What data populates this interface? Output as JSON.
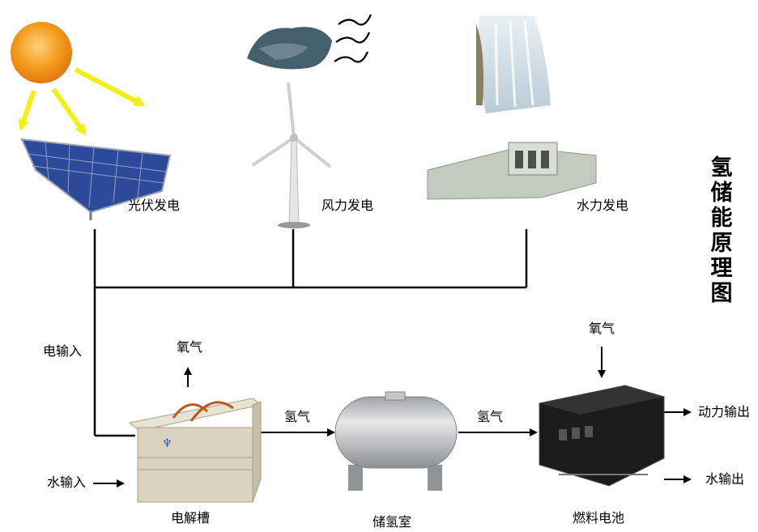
{
  "title": "氢储能原理图",
  "sources": {
    "solar": "光伏发电",
    "wind": "风力发电",
    "hydro": "水力发电"
  },
  "flows": {
    "electric_input": "电输入",
    "water_input": "水输入",
    "oxygen_out": "氧气",
    "hydrogen_to_storage": "氢气",
    "hydrogen_to_cell": "氢气",
    "oxygen_in": "氧气",
    "power_out": "动力输出",
    "water_out": "水输出"
  },
  "components": {
    "electrolyzer": "电解槽",
    "storage": "储氢室",
    "fuel_cell": "燃料电池"
  },
  "colors": {
    "sun": "#f39a1c",
    "sun_rays": "#f2ee16",
    "solar_panel": "#2d4a9a",
    "water": "#c8dde8",
    "electrolyzer": "#d9d3bf",
    "tank": "#b9bdc1",
    "fuel_cell": "#1b1b1b"
  }
}
